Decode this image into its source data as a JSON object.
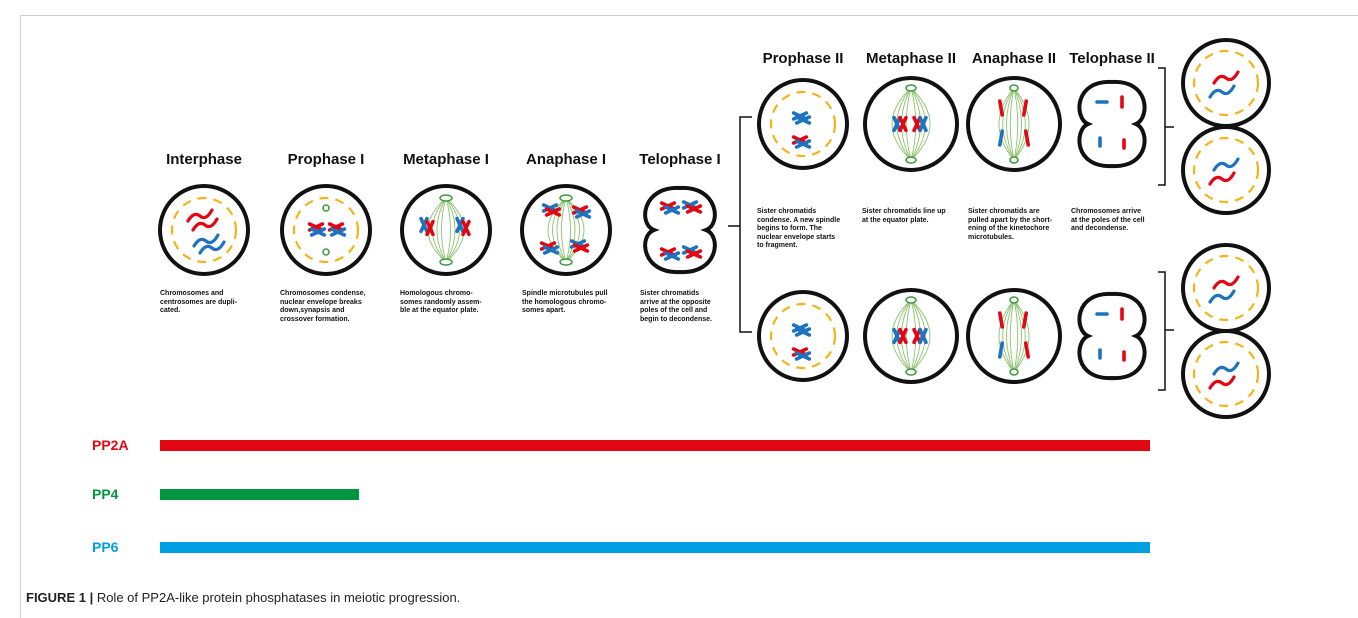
{
  "colors": {
    "red": "#e30613",
    "blue": "#1e73be",
    "green": "#8dc26f",
    "yellow": "#f5b31a",
    "pp2a": "#e30613",
    "pp4": "#00963f",
    "pp6": "#009fe3"
  },
  "meiosis_I": [
    {
      "title": "Interphase",
      "description": "Chromosomes and\ncentrosomes are dupli-\ncated."
    },
    {
      "title": "Prophase I",
      "description": "Chromosomes condense,\nnuclear envelope breaks\ndown,synapsis and\ncrossover formation."
    },
    {
      "title": "Metaphase I",
      "description": "Homologous chromo-\nsomes randomly assem-\nble at the equator plate."
    },
    {
      "title": "Anaphase I",
      "description": "Spindle microtubules pull\nthe homologous chromo-\nsomes apart."
    },
    {
      "title": "Telophase I",
      "description": "Sister chromatids\narrive at the opposite\npoles of  the cell and\nbegin to decondense."
    }
  ],
  "meiosis_II": [
    {
      "title": "Prophase II",
      "description": "Sister chromatids\ncondense. A new spindle\nbegins to form. The\nnuclear  envelope starts\nto fragment."
    },
    {
      "title": "Metaphase II",
      "description": "Sister chromatids line up\nat the equator plate."
    },
    {
      "title": "Anaphase II",
      "description": "Sister chromatids are\npulled apart by the short-\nening of the kinetochore\nmicrotubules."
    },
    {
      "title": "Telophase II",
      "description": "Chromosomes arrive\nat the poles of  the cell\nand  decondense."
    }
  ],
  "phosphatases": [
    {
      "name": "PP2A",
      "color": "#e30613",
      "extent": "Interphase to Telophase II"
    },
    {
      "name": "PP4",
      "color": "#00963f",
      "extent": "Interphase to Prophase I"
    },
    {
      "name": "PP6",
      "color": "#009fe3",
      "extent": "Interphase to Telophase II"
    }
  ],
  "caption": {
    "label": "FIGURE 1 |",
    "text": " Role of PP2A-like protein phosphatases in meiotic progression."
  }
}
